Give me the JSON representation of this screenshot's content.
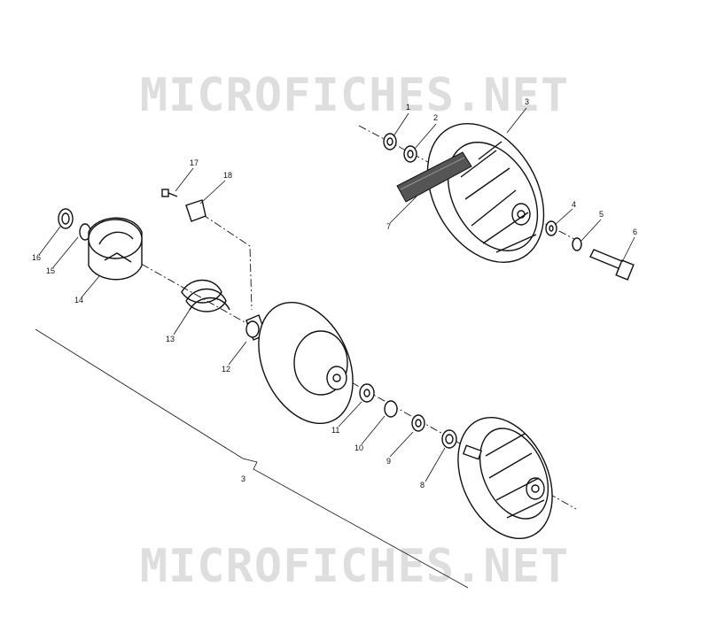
{
  "watermark": {
    "text": "MICROFICHES.NET"
  },
  "callouts": [
    "1",
    "2",
    "3",
    "4",
    "5",
    "6",
    "7",
    "8",
    "9",
    "10",
    "11",
    "12",
    "13",
    "14",
    "15",
    "16",
    "17",
    "18",
    "3"
  ]
}
